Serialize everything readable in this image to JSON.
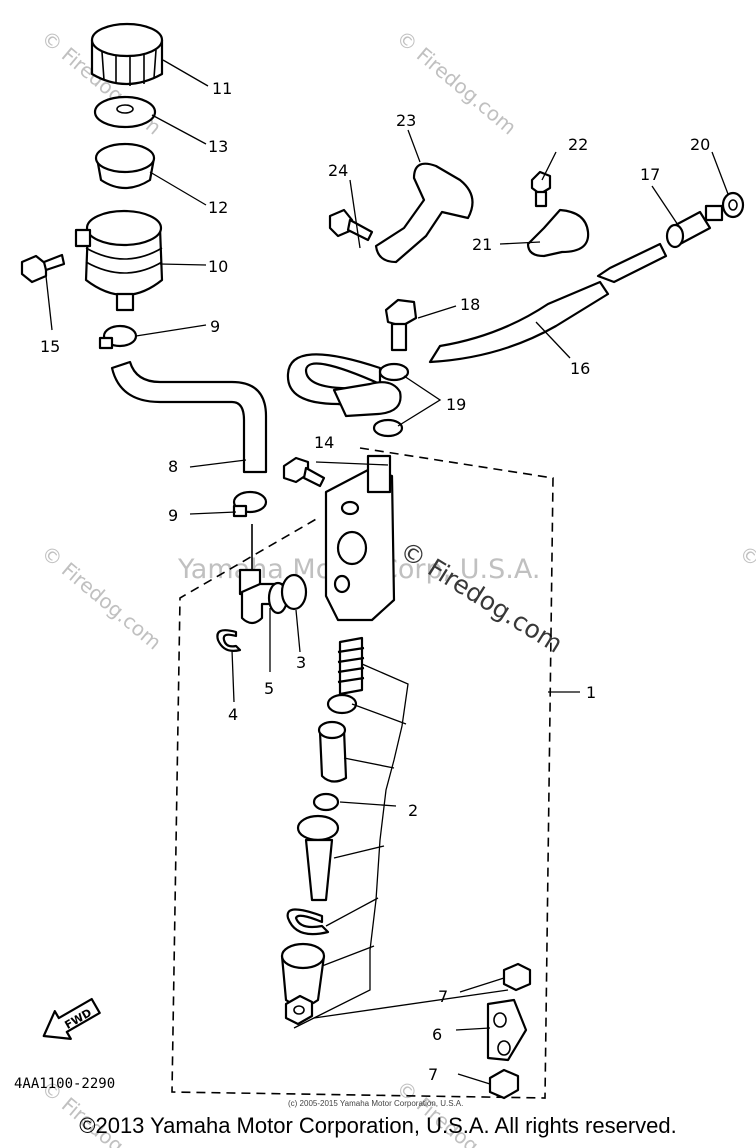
{
  "callouts": {
    "c1": "1",
    "c2": "2",
    "c3": "3",
    "c4": "4",
    "c5": "5",
    "c6": "6",
    "c7a": "7",
    "c7b": "7",
    "c8": "8",
    "c9a": "9",
    "c9b": "9",
    "c10": "10",
    "c11": "11",
    "c12": "12",
    "c13": "13",
    "c14": "14",
    "c15": "15",
    "c16": "16",
    "c17": "17",
    "c18": "18",
    "c19": "19",
    "c20": "20",
    "c21": "21",
    "c22": "22",
    "c23": "23",
    "c24": "24"
  },
  "watermarks": {
    "center": "Yamaha Motor Corp, U.S.A.",
    "firedog": "© Firedog.com",
    "corner": "© Firedog.com"
  },
  "fwd_label": "FWD",
  "diagram_code": "4AA1100-2290",
  "small_notice": "(c) 2005-2015 Yamaha Motor Corporation, U.S.A.",
  "copyright": "©2013 Yamaha Motor Corporation, U.S.A. All rights reserved."
}
